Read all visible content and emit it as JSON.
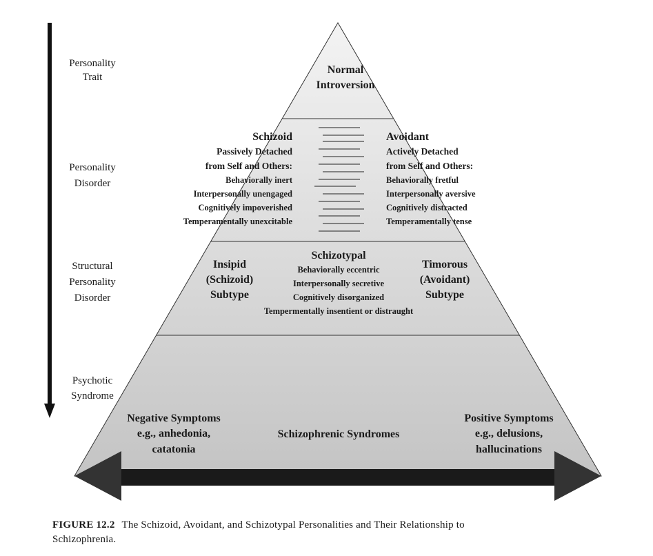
{
  "side_labels": [
    [
      "Personality",
      "Trait"
    ],
    [
      "Personality",
      "Disorder"
    ],
    [
      "Structural",
      "Personality",
      "Disorder"
    ],
    [
      "Psychotic",
      "Syndrome"
    ]
  ],
  "tier1": [
    "Normal",
    "Introversion"
  ],
  "tier2": {
    "left": [
      "Schizoid",
      "Passively Detached",
      "from Self and Others:",
      "Behaviorally inert",
      "Interpersonally unengaged",
      "Cognitively impoverished",
      "Temperamentally unexcitable"
    ],
    "right": [
      "Avoidant",
      "Actively Detached",
      "from Self and Others:",
      "Behaviorally fretful",
      "Interpersonally aversive",
      "Cognitively distracted",
      "Temperamentally tense"
    ]
  },
  "tier3": {
    "left": [
      "Insipid",
      "(Schizoid)",
      "Subtype"
    ],
    "center": [
      "Schizotypal",
      "Behaviorally eccentric",
      "Interpersonally secretive",
      "Cognitively disorganized",
      "Tempermentally insentient or distraught"
    ],
    "right": [
      "Timorous",
      "(Avoidant)",
      "Subtype"
    ]
  },
  "tier4": {
    "left": [
      "Negative Symptoms",
      "e.g., anhedonia,",
      "catatonia"
    ],
    "center": "Schizophrenic Syndromes",
    "right": [
      "Positive Symptoms",
      "e.g., delusions,",
      "hallucinations"
    ]
  },
  "caption": {
    "label": "FIGURE 12.2",
    "text1": "The Schizoid, Avoidant, and Schizotypal Personalities and Their Relationship to",
    "text2": "Schizophrenia."
  }
}
